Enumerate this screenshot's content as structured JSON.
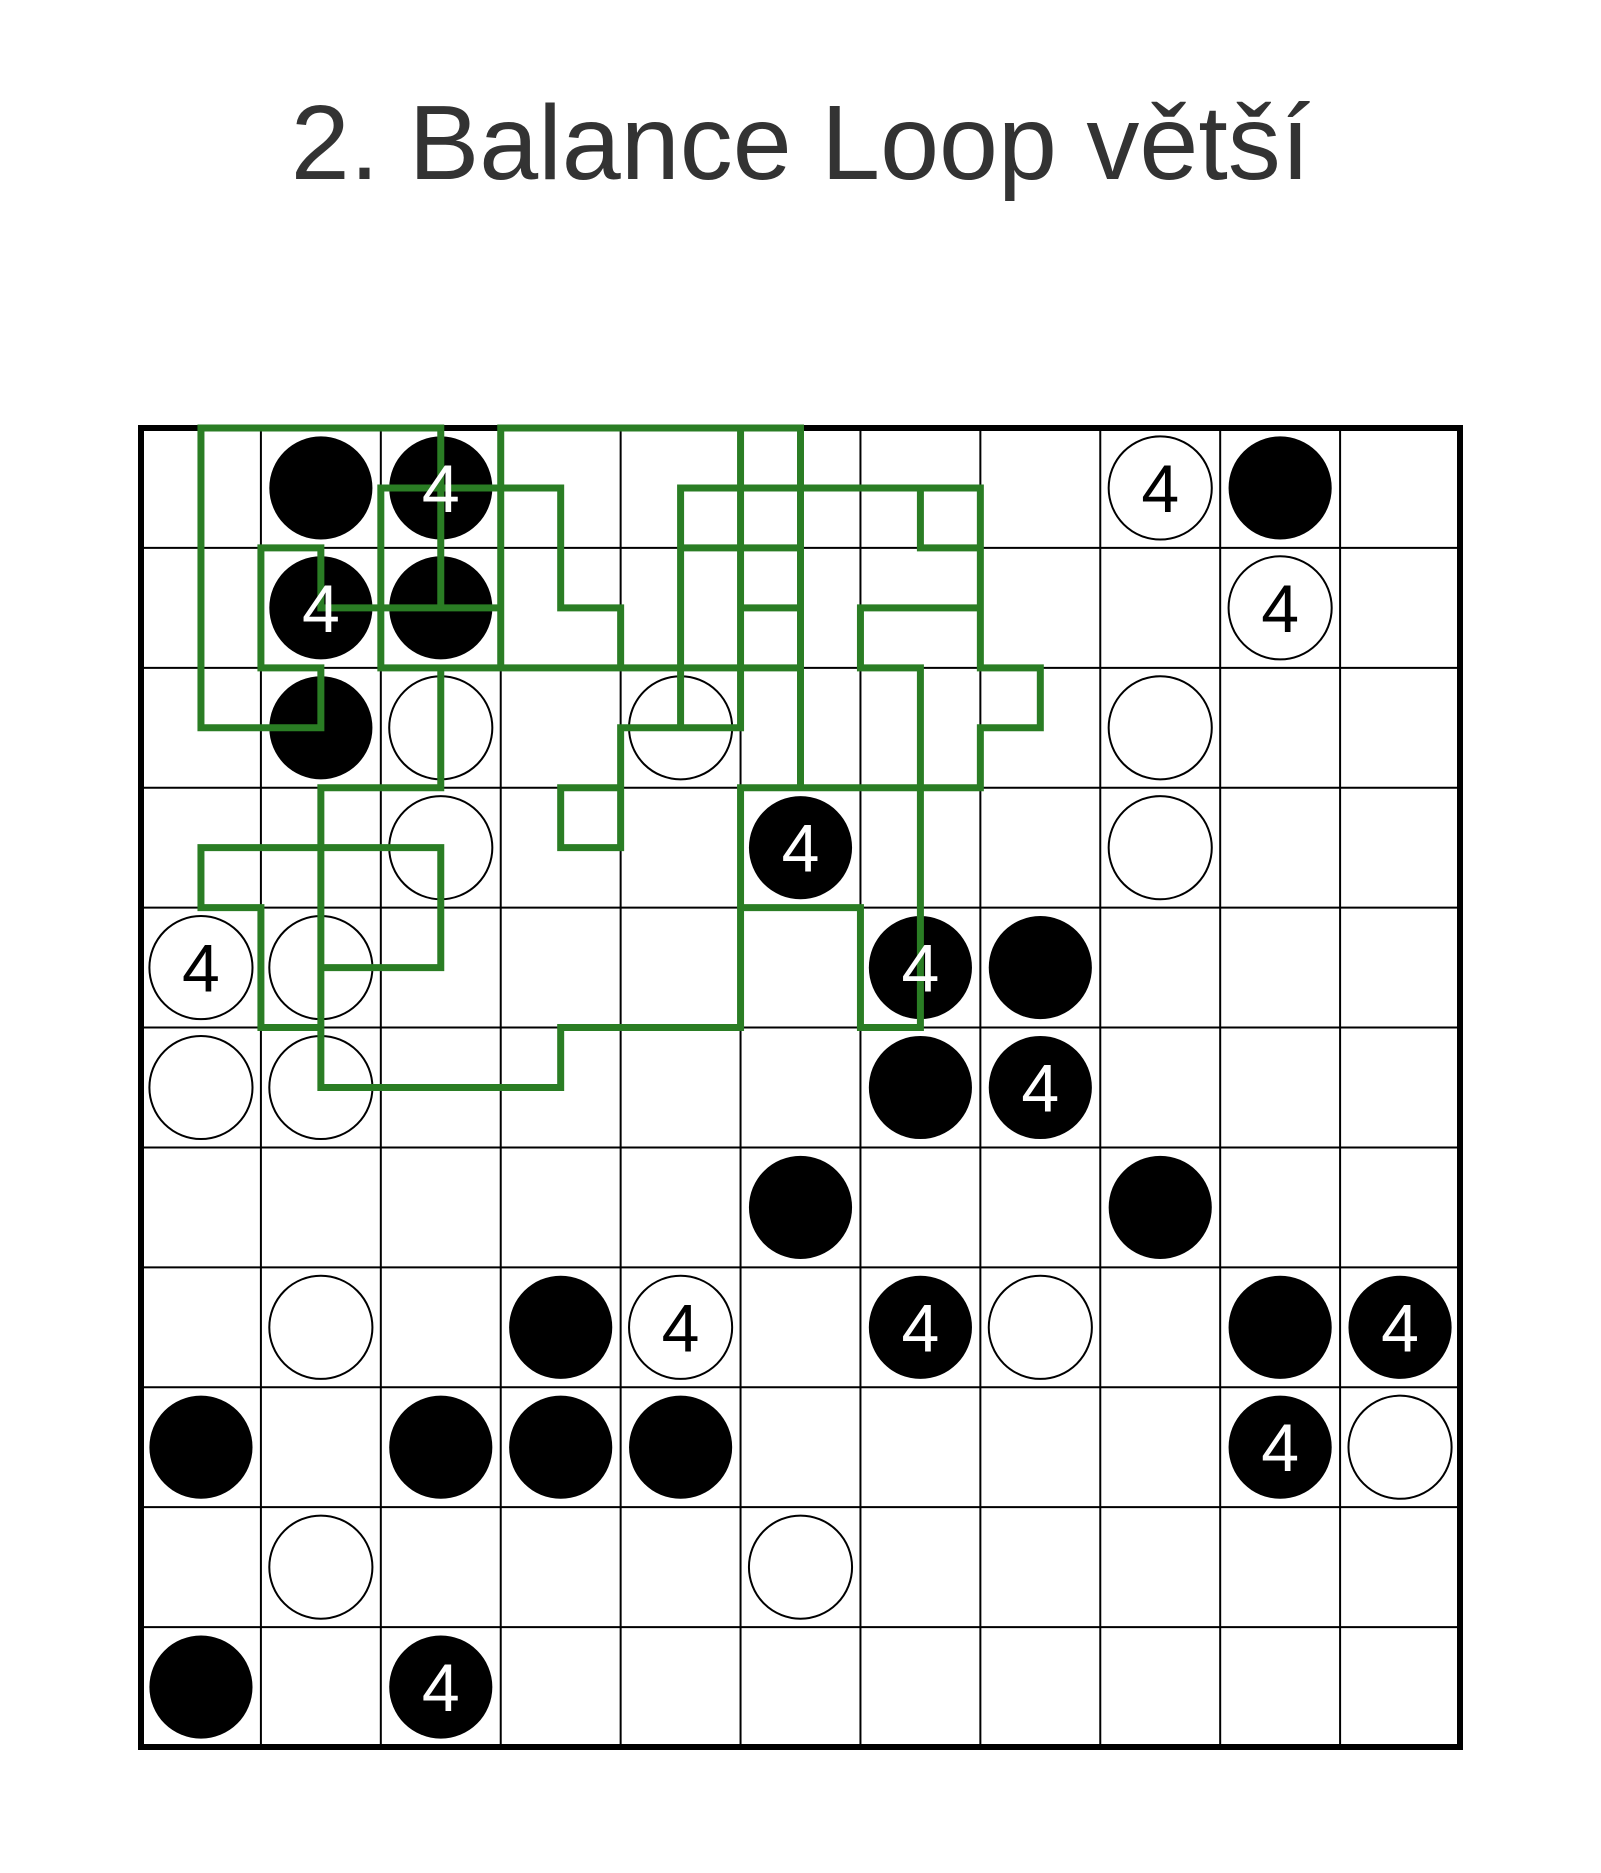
{
  "title": "2. Balance Loop větší",
  "colors": {
    "grid_line": "#000000",
    "loop": "#2a7d24",
    "black_circle": "#000000",
    "white_circle_fill": "#ffffff",
    "title_text": "#333333"
  },
  "grid": {
    "rows": 11,
    "cols": 11
  },
  "circles": [
    {
      "r": 0,
      "c": 1,
      "color": "black",
      "clue": ""
    },
    {
      "r": 0,
      "c": 2,
      "color": "black",
      "clue": "4"
    },
    {
      "r": 0,
      "c": 8,
      "color": "white",
      "clue": "4"
    },
    {
      "r": 0,
      "c": 9,
      "color": "black",
      "clue": ""
    },
    {
      "r": 1,
      "c": 1,
      "color": "black",
      "clue": "4"
    },
    {
      "r": 1,
      "c": 2,
      "color": "black",
      "clue": ""
    },
    {
      "r": 1,
      "c": 9,
      "color": "white",
      "clue": "4"
    },
    {
      "r": 2,
      "c": 1,
      "color": "black",
      "clue": ""
    },
    {
      "r": 2,
      "c": 2,
      "color": "white",
      "clue": ""
    },
    {
      "r": 2,
      "c": 4,
      "color": "white",
      "clue": ""
    },
    {
      "r": 2,
      "c": 8,
      "color": "white",
      "clue": ""
    },
    {
      "r": 3,
      "c": 2,
      "color": "white",
      "clue": ""
    },
    {
      "r": 3,
      "c": 5,
      "color": "black",
      "clue": "4"
    },
    {
      "r": 3,
      "c": 8,
      "color": "white",
      "clue": ""
    },
    {
      "r": 4,
      "c": 0,
      "color": "white",
      "clue": "4"
    },
    {
      "r": 4,
      "c": 1,
      "color": "white",
      "clue": ""
    },
    {
      "r": 4,
      "c": 6,
      "color": "black",
      "clue": "4"
    },
    {
      "r": 4,
      "c": 7,
      "color": "black",
      "clue": ""
    },
    {
      "r": 5,
      "c": 0,
      "color": "white",
      "clue": ""
    },
    {
      "r": 5,
      "c": 1,
      "color": "white",
      "clue": ""
    },
    {
      "r": 5,
      "c": 6,
      "color": "black",
      "clue": ""
    },
    {
      "r": 5,
      "c": 7,
      "color": "black",
      "clue": "4"
    },
    {
      "r": 6,
      "c": 5,
      "color": "black",
      "clue": ""
    },
    {
      "r": 6,
      "c": 8,
      "color": "black",
      "clue": ""
    },
    {
      "r": 7,
      "c": 1,
      "color": "white",
      "clue": ""
    },
    {
      "r": 7,
      "c": 3,
      "color": "black",
      "clue": ""
    },
    {
      "r": 7,
      "c": 4,
      "color": "white",
      "clue": "4"
    },
    {
      "r": 7,
      "c": 6,
      "color": "black",
      "clue": "4"
    },
    {
      "r": 7,
      "c": 7,
      "color": "white",
      "clue": ""
    },
    {
      "r": 7,
      "c": 9,
      "color": "black",
      "clue": ""
    },
    {
      "r": 7,
      "c": 10,
      "color": "black",
      "clue": "4"
    },
    {
      "r": 8,
      "c": 0,
      "color": "black",
      "clue": ""
    },
    {
      "r": 8,
      "c": 2,
      "color": "black",
      "clue": ""
    },
    {
      "r": 8,
      "c": 3,
      "color": "black",
      "clue": ""
    },
    {
      "r": 8,
      "c": 4,
      "color": "black",
      "clue": ""
    },
    {
      "r": 8,
      "c": 9,
      "color": "black",
      "clue": "4"
    },
    {
      "r": 8,
      "c": 10,
      "color": "white",
      "clue": ""
    },
    {
      "r": 9,
      "c": 1,
      "color": "white",
      "clue": ""
    },
    {
      "r": 9,
      "c": 5,
      "color": "white",
      "clue": ""
    },
    {
      "r": 10,
      "c": 0,
      "color": "black",
      "clue": ""
    },
    {
      "r": 10,
      "c": 2,
      "color": "black",
      "clue": "4"
    }
  ],
  "loop_path": [
    [
      1,
      0
    ],
    [
      5,
      0
    ],
    [
      5,
      3
    ],
    [
      6,
      3
    ],
    [
      6,
      0
    ],
    [
      10,
      0
    ],
    [
      10,
      5
    ],
    [
      8,
      5
    ],
    [
      8,
      6
    ],
    [
      7,
      6
    ],
    [
      7,
      7
    ],
    [
      8,
      7
    ],
    [
      8,
      5
    ],
    [
      9,
      5
    ],
    [
      9,
      4
    ],
    [
      10,
      4
    ],
    [
      10,
      3
    ],
    [
      11,
      3
    ],
    [
      11,
      0
    ],
    [
      10,
      0
    ],
    [
      10,
      1
    ],
    [
      9,
      1
    ],
    [
      9,
      2
    ],
    [
      11,
      2
    ],
    [
      11,
      6
    ],
    [
      10,
      6
    ],
    [
      10,
      8
    ],
    [
      12,
      8
    ],
    [
      12,
      10
    ],
    [
      13,
      10
    ],
    [
      13,
      4
    ],
    [
      12,
      4
    ],
    [
      12,
      3
    ],
    [
      14,
      3
    ],
    [
      14,
      2
    ],
    [
      13,
      2
    ],
    [
      13,
      1
    ],
    [
      11,
      1
    ],
    [
      11,
      4
    ],
    [
      4,
      4
    ],
    [
      4,
      1
    ],
    [
      7,
      1
    ],
    [
      7,
      3
    ],
    [
      8,
      3
    ],
    [
      8,
      4
    ],
    [
      9,
      4
    ],
    [
      9,
      2
    ],
    [
      10,
      2
    ],
    [
      10,
      1
    ],
    [
      14,
      1
    ],
    [
      14,
      4
    ],
    [
      15,
      4
    ],
    [
      15,
      5
    ],
    [
      14,
      5
    ],
    [
      14,
      6
    ],
    [
      10,
      6
    ],
    [
      10,
      10
    ],
    [
      7,
      10
    ],
    [
      7,
      11
    ],
    [
      3,
      11
    ],
    [
      3,
      7
    ],
    [
      1,
      7
    ],
    [
      1,
      8
    ],
    [
      2,
      8
    ],
    [
      2,
      10
    ],
    [
      3,
      10
    ],
    [
      3,
      9
    ],
    [
      5,
      9
    ],
    [
      5,
      7
    ],
    [
      3,
      7
    ],
    [
      3,
      6
    ],
    [
      5,
      6
    ],
    [
      5,
      4
    ],
    [
      6,
      4
    ],
    [
      6,
      3
    ],
    [
      3,
      3
    ],
    [
      3,
      2
    ],
    [
      2,
      2
    ],
    [
      2,
      4
    ],
    [
      3,
      4
    ],
    [
      3,
      5
    ],
    [
      1,
      5
    ],
    [
      1,
      0
    ]
  ]
}
